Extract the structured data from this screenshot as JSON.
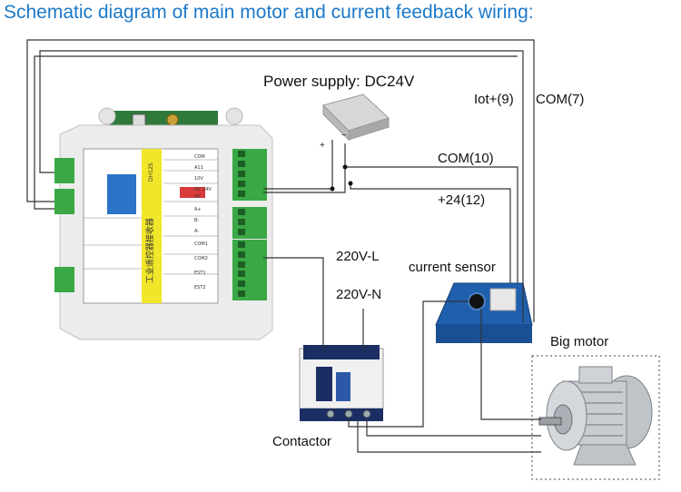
{
  "title": "Schematic diagram of main motor and current feedback wiring:",
  "labels": {
    "power_supply": "Power supply: DC24V",
    "iot": "Iot+(9)",
    "com7": "COM(7)",
    "com10": "COM(10)",
    "plus24": "+24(12)",
    "l_220": "220V-L",
    "n_220": "220V-N",
    "current_sensor": "current sensor",
    "big_motor": "Big motor",
    "contactor": "Contactor"
  },
  "board": {
    "model": "DH12S",
    "side_text": "工业遥控器接收器",
    "term_labels": [
      "COM",
      "A11",
      "10V",
      "DC 24V",
      "0V",
      "A+",
      "B-",
      "A-",
      "COM1",
      "COM2",
      "EST1",
      "EST2"
    ]
  },
  "psu_polarity": {
    "plus": "+",
    "minus": "−"
  },
  "colors": {
    "title": "#1c79c9",
    "wire": "#333333",
    "terminal_green": "#3aa845",
    "sensor_blue": "#1f5fae",
    "board_yellow": "#f2e62a"
  }
}
